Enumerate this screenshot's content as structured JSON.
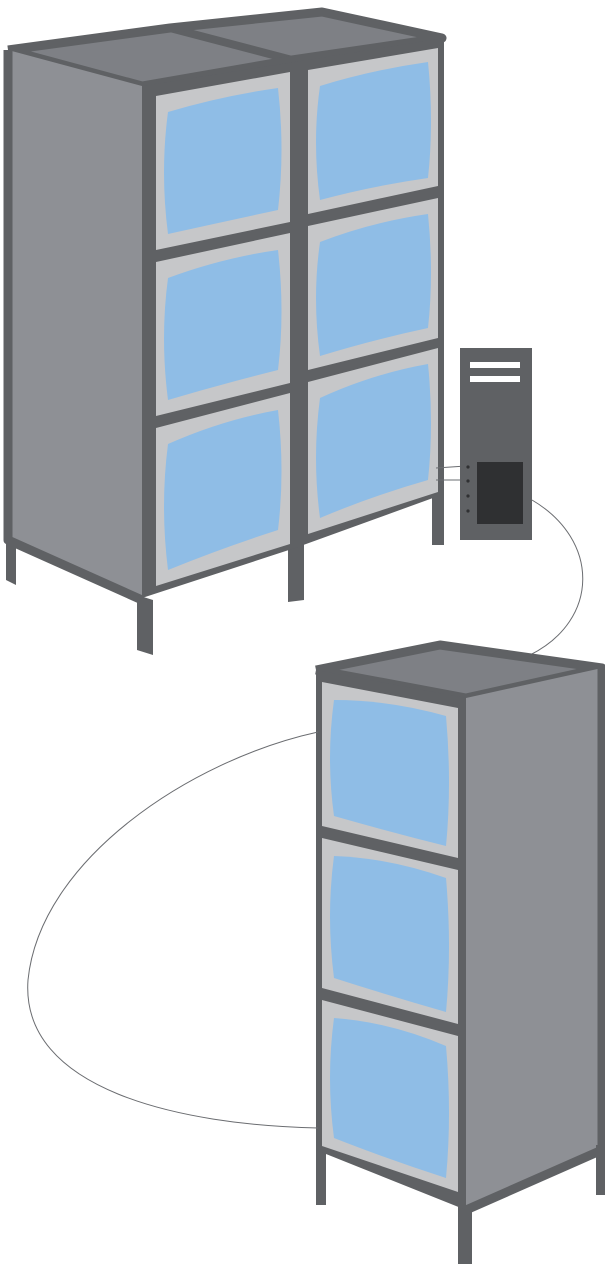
{
  "colors": {
    "frame": "#5f6164",
    "side_panel": "#8e9095",
    "top_panel": "#7e8085",
    "bezel": "#c6c7c9",
    "screen": "#8fbde6",
    "tower_body": "#5f6164",
    "tower_slot": "#ffffff",
    "tower_bay": "#2f3032",
    "cable": "#6a6c70"
  },
  "icons": {
    "video_wall": "video-wall-icon",
    "monitor": "crt-monitor-icon",
    "controller": "computer-tower-icon",
    "cable": "cable-icon"
  },
  "scene": {
    "upper_wall": {
      "columns": 2,
      "rows": 3
    },
    "lower_wall": {
      "columns": 1,
      "rows": 3
    },
    "controller_count": 1
  }
}
